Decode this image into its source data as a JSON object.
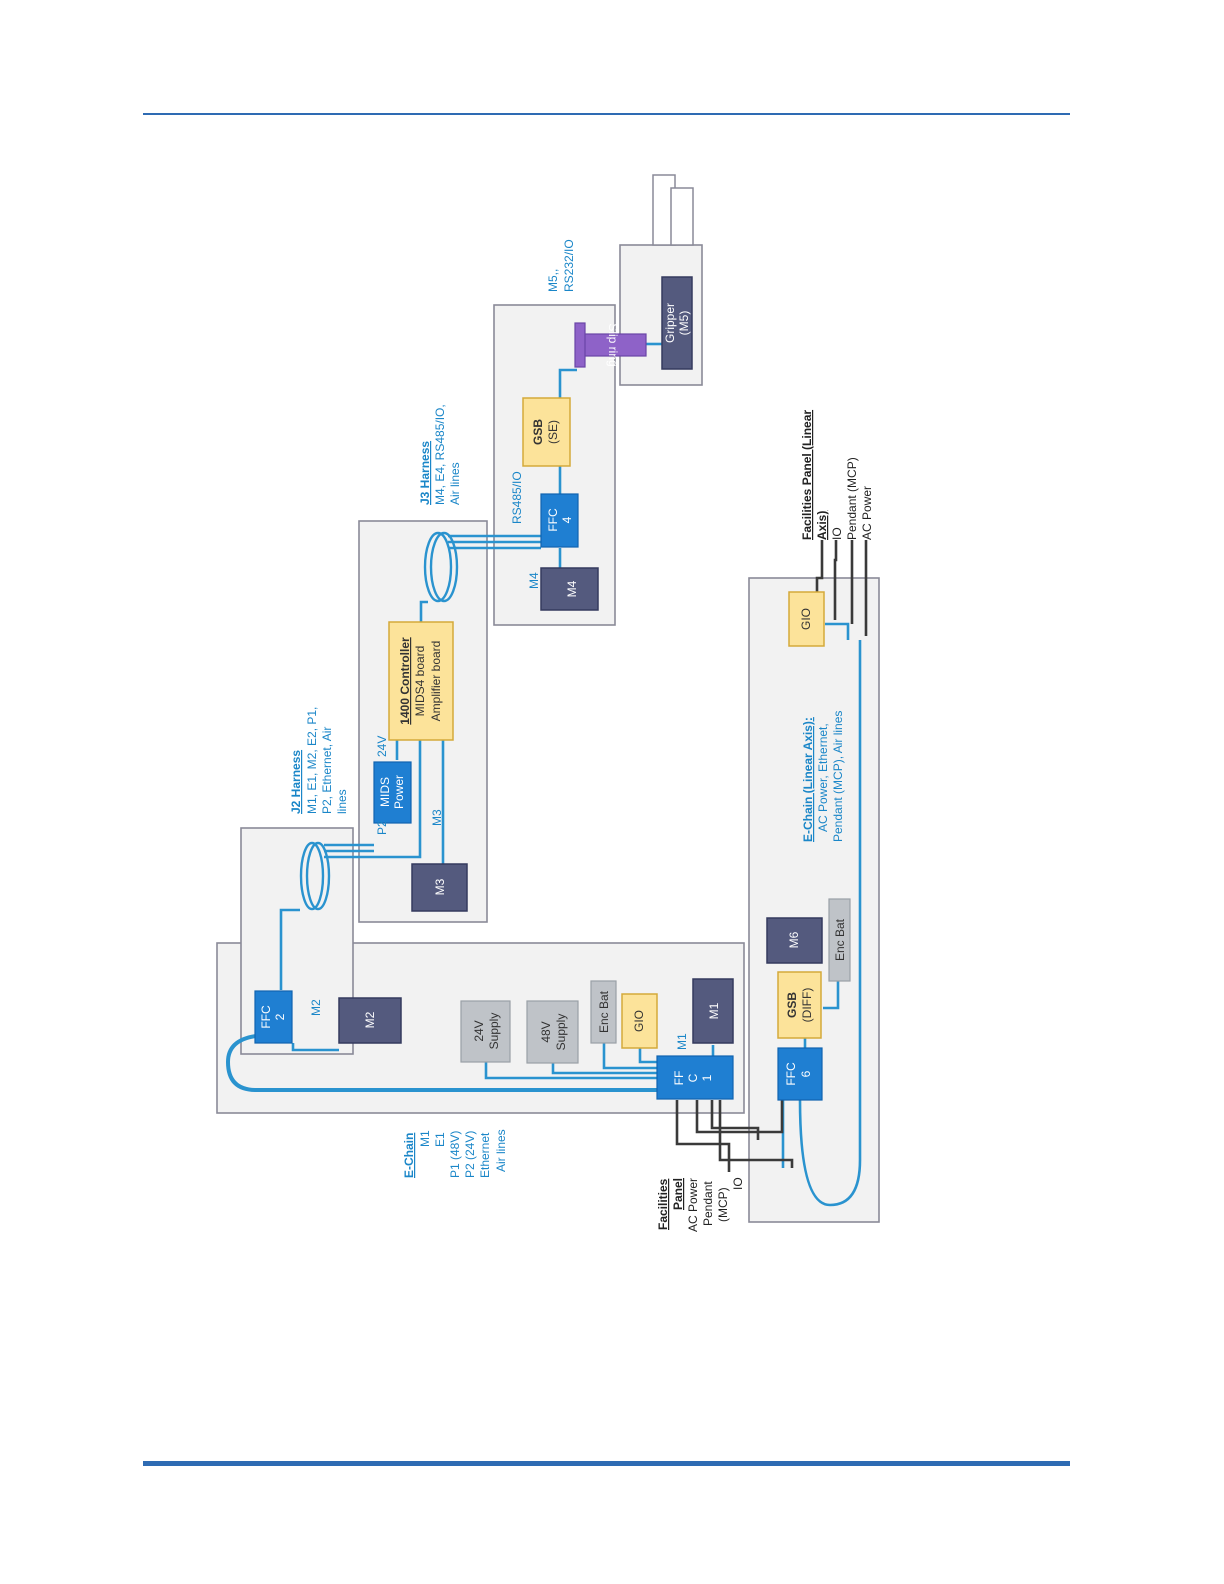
{
  "diagram": {
    "components": {
      "m1": "M1",
      "m2": "M2",
      "m3": "M3",
      "m4": "M4",
      "m6": "M6",
      "ffc1_a": "FF",
      "ffc1_b": "C",
      "ffc1_c": "1",
      "ffc2_a": "FFC",
      "ffc2_b": "2",
      "ffc4_a": "FFC",
      "ffc4_b": "4",
      "ffc6_a": "FFC",
      "ffc6_b": "6",
      "supply24_a": "24V",
      "supply24_b": "Supply",
      "supply48_a": "48V",
      "supply48_b": "Supply",
      "enc_bat_1": "Enc Bat",
      "enc_bat_2": "Enc Bat",
      "gio_1": "GIO",
      "gio_2": "GIO",
      "mids_a": "MIDS",
      "mids_b": "Power",
      "ctrl_title": "1400 Controller",
      "ctrl_line2": "MIDS4 board",
      "ctrl_line3": "Amplifier board",
      "gsb_se_a": "GSB",
      "gsb_se_b": "(SE)",
      "gsb_diff_a": "GSB",
      "gsb_diff_b": "(DIFF)",
      "slip_ring": "Slip ring",
      "gripper_a": "Gripper",
      "gripper_b": "(M5)"
    },
    "cable_labels": {
      "m1": "M1",
      "m2": "M2",
      "m3": "M3",
      "m4": "M4",
      "p2": "P2",
      "v24": "24V",
      "rs485": "RS485/IO",
      "m5_a": "M5,,",
      "m5_b": "RS232/IO"
    },
    "harness_j2": {
      "title": "J2 Harness",
      "line1": "M1, E1, M2, E2, P1,",
      "line2": "P2, Ethernet, Air",
      "line3": "lines"
    },
    "harness_j3": {
      "title": "J3 Harness",
      "line1": "M4, E4, RS485/IO,",
      "line2": "Air lines"
    },
    "echain_left": {
      "title": "E-Chain",
      "items": [
        "M1",
        "E1",
        "P1 (48V)",
        "P2 (24V)",
        "Ethernet",
        "Air lines"
      ]
    },
    "echain_linear": {
      "title": "E-Chain (Linear Axis):",
      "line1": "AC Power, Ethernet,",
      "line2": "Pendant (MCP), Air lines"
    },
    "facilities_left": {
      "title_a": "Facilities",
      "title_b": "Panel",
      "items": [
        "AC Power",
        "Pendant",
        "(MCP)",
        "IO"
      ]
    },
    "facilities_linear": {
      "title_a": "Facilities Panel (Linear",
      "title_b": "Axis)",
      "items": [
        "IO",
        "Pendant (MCP)",
        "AC Power"
      ]
    },
    "colors": {
      "rule": "#2e6bb3",
      "cable": "#2a93cf",
      "motor": "#545a7e",
      "ffc": "#1f7fd2",
      "board": "#fce39a"
    }
  }
}
